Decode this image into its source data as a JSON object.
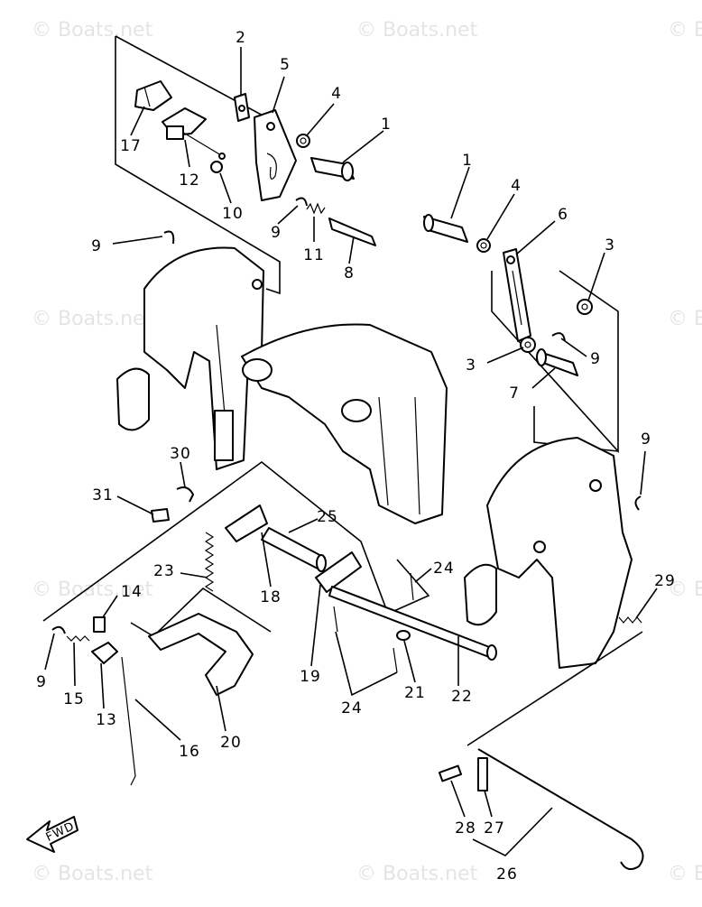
{
  "watermark": {
    "text": "© Boats.net"
  },
  "fwd_label": "FWD",
  "callouts": [
    {
      "id": "c2",
      "text": "2"
    },
    {
      "id": "c5",
      "text": "5"
    },
    {
      "id": "c4a",
      "text": "4"
    },
    {
      "id": "c1a",
      "text": "1"
    },
    {
      "id": "c17",
      "text": "17"
    },
    {
      "id": "c12",
      "text": "12"
    },
    {
      "id": "c10",
      "text": "10"
    },
    {
      "id": "c9a",
      "text": "9"
    },
    {
      "id": "c11",
      "text": "11"
    },
    {
      "id": "c8",
      "text": "8"
    },
    {
      "id": "c9b",
      "text": "9"
    },
    {
      "id": "c1b",
      "text": "1"
    },
    {
      "id": "c4b",
      "text": "4"
    },
    {
      "id": "c6",
      "text": "6"
    },
    {
      "id": "c3a",
      "text": "3"
    },
    {
      "id": "c9c",
      "text": "9"
    },
    {
      "id": "c3b",
      "text": "3"
    },
    {
      "id": "c7",
      "text": "7"
    },
    {
      "id": "c9d",
      "text": "9"
    },
    {
      "id": "c30",
      "text": "30"
    },
    {
      "id": "c31",
      "text": "31"
    },
    {
      "id": "c25",
      "text": "25"
    },
    {
      "id": "c23",
      "text": "23"
    },
    {
      "id": "c18",
      "text": "18"
    },
    {
      "id": "c24a",
      "text": "24"
    },
    {
      "id": "c29",
      "text": "29"
    },
    {
      "id": "c14",
      "text": "14"
    },
    {
      "id": "c9e",
      "text": "9"
    },
    {
      "id": "c15",
      "text": "15"
    },
    {
      "id": "c13",
      "text": "13"
    },
    {
      "id": "c19",
      "text": "19"
    },
    {
      "id": "c21",
      "text": "21"
    },
    {
      "id": "c22",
      "text": "22"
    },
    {
      "id": "c24b",
      "text": "24"
    },
    {
      "id": "c20",
      "text": "20"
    },
    {
      "id": "c16",
      "text": "16"
    },
    {
      "id": "c28",
      "text": "28"
    },
    {
      "id": "c27",
      "text": "27"
    },
    {
      "id": "c26",
      "text": "26"
    }
  ]
}
